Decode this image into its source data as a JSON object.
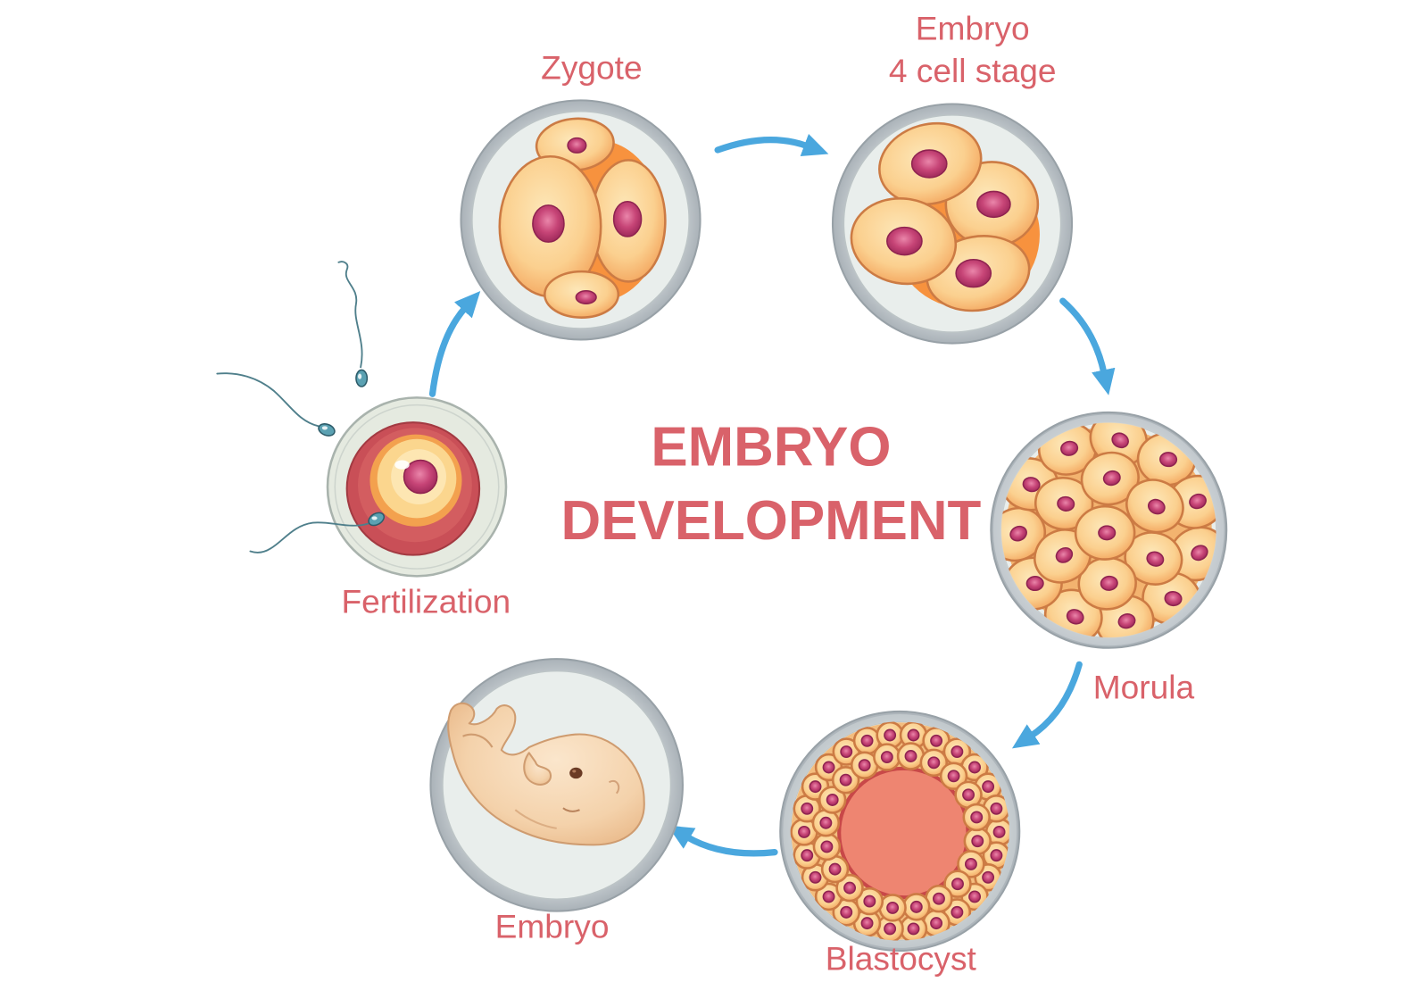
{
  "title": {
    "line1": "EMBRYO",
    "line2": "DEVELOPMENT"
  },
  "stages": {
    "fertilization": {
      "label": "Fertilization"
    },
    "zygote": {
      "label": "Zygote"
    },
    "four_cell": {
      "label_line1": "Embryo",
      "label_line2": "4 cell stage"
    },
    "morula": {
      "label": "Morula"
    },
    "blastocyst": {
      "label": "Blastocyst"
    },
    "embryo": {
      "label": "Embryo"
    }
  },
  "colors": {
    "text": "#d9626a",
    "arrow": "#4aa7de",
    "shell": "#cfd5d8",
    "cell": "#fbd08f",
    "nucleus": "#c74577",
    "cavity": "#ee8571"
  }
}
